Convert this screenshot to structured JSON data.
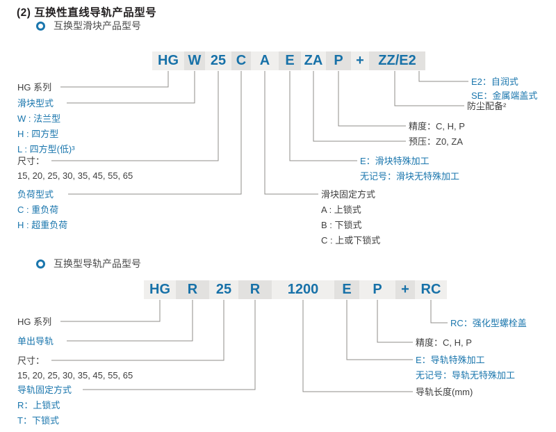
{
  "title": "(2) 互换性直线导轨产品型号",
  "colors": {
    "accent_blue": "#1a76ad",
    "model_text_blue": "#1771a8",
    "dark_text": "#3e3e3e",
    "connector_line": "#8f8c8a",
    "block_light": "#f0efed",
    "block_dark": "#e2e1df"
  },
  "block_section": {
    "heading": "互换型滑块产品型号",
    "segments": [
      "HG",
      "W",
      "25",
      "C",
      "A",
      "E",
      "ZA",
      "P",
      "+",
      "ZZ/E2"
    ],
    "labels": {
      "series": "HG 系列",
      "block_type": "滑块型式",
      "block_type_w": "W : 法兰型",
      "block_type_h": "H : 四方型",
      "block_type_l": "L : 四方型(低)³",
      "size": "尺寸：",
      "size_values": "15, 20, 25, 30, 35, 45, 55, 65",
      "load_type": "负荷型式",
      "load_c": "C : 重负荷",
      "load_h": "H : 超重负荷",
      "e2": "E2：自润式",
      "se": "SE：金属端盖式",
      "dust": "防尘配备²",
      "precision": "精度：C, H, P",
      "preload": "预压：Z0, ZA",
      "special": "E：滑块特殊加工",
      "no_mark": "无记号：滑块无特殊加工",
      "fixing": "滑块固定方式",
      "fixing_a": "A : 上锁式",
      "fixing_b": "B : 下锁式",
      "fixing_c": "C : 上或下锁式"
    }
  },
  "rail_section": {
    "heading": "互换型导轨产品型号",
    "segments": [
      "HG",
      "R",
      "25",
      "R",
      "1200",
      "E",
      "P",
      "+",
      "RC"
    ],
    "labels": {
      "series": "HG 系列",
      "single_rail": "单出导轨",
      "size": "尺寸：",
      "size_values": "15, 20, 25, 30, 35, 45, 55, 65",
      "fixing": "导轨固定方式",
      "fixing_r": "R：上锁式",
      "fixing_t": "T：下锁式",
      "rc": "RC：强化型螺栓盖",
      "precision": "精度：C, H, P",
      "special": "E：导轨特殊加工",
      "no_mark": "无记号：导轨无特殊加工",
      "length": "导轨长度(mm)"
    }
  }
}
